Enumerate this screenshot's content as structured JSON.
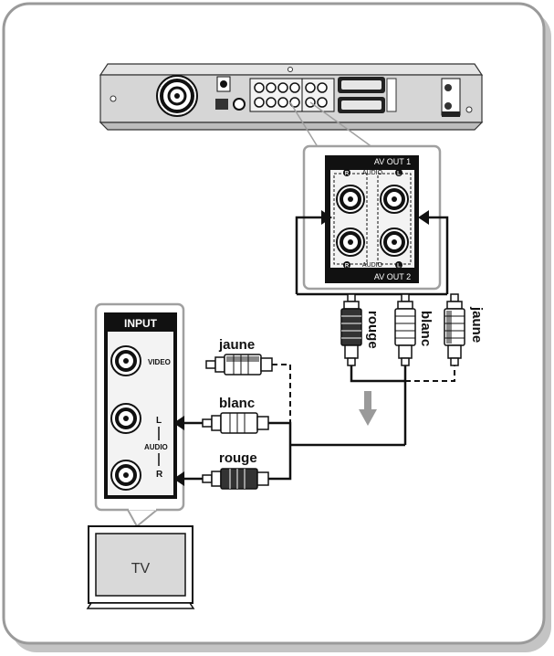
{
  "av_panel": {
    "top_label": "AV OUT 1",
    "bottom_label": "AV OUT 2",
    "top_audio": "AUDIO",
    "bottom_audio": "AUDIO",
    "channel_r": "R",
    "channel_l": "L"
  },
  "tv_panel": {
    "header": "INPUT",
    "video_label": "VIDEO",
    "audio_label": "AUDIO",
    "audio_l": "L",
    "audio_r": "R"
  },
  "plug_labels": {
    "rouge": "rouge",
    "blanc": "blanc",
    "jaune": "jaune"
  },
  "tv": {
    "label": "TV"
  },
  "colors": {
    "frame_border": "#9a9a9a",
    "frame_shadow": "#c4c4c4",
    "device_body": "#d6d6d6",
    "panel_border": "#a0a0a0",
    "jack_black": "#1a1a1a",
    "flow_arrow": "#9a9a9a"
  }
}
